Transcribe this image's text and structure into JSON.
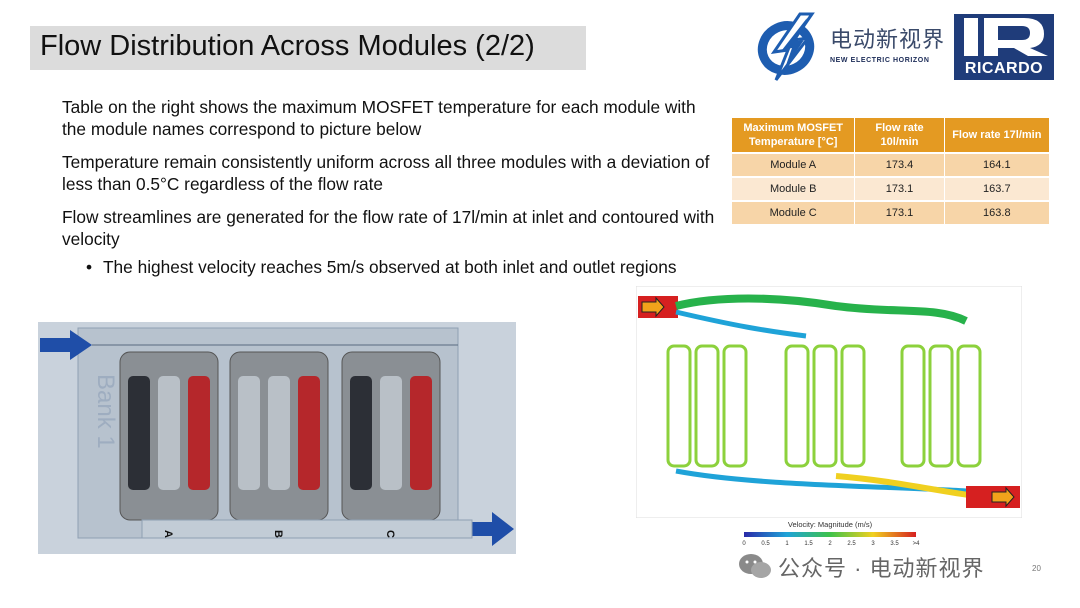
{
  "title": "Flow Distribution Across Modules (2/2)",
  "logos": {
    "nev_cn": "电动新视界",
    "nev_en": "NEW ELECTRIC HORIZON",
    "ricardo": "RICARDO"
  },
  "bullets": [
    "Table on the right shows the maximum MOSFET temperature for each module with the module names correspond to picture below",
    "Temperature remain consistently uniform across all three modules with a deviation of less than 0.5°C regardless of the flow rate",
    "Flow streamlines are generated for the flow rate of 17l/min at inlet and contoured with velocity"
  ],
  "sub_bullet": "The highest velocity reaches 5m/s observed at both inlet and outlet regions",
  "table": {
    "headers": [
      "Maximum MOSFET Temperature [°C]",
      "Flow rate 10l/min",
      "Flow rate 17l/min"
    ],
    "rows": [
      [
        "Module A",
        "173.4",
        "164.1"
      ],
      [
        "Module B",
        "173.1",
        "163.7"
      ],
      [
        "Module C",
        "173.1",
        "163.8"
      ]
    ]
  },
  "left_figure": {
    "bank_label": "Bank 1",
    "module_labels": [
      "A",
      "B",
      "C"
    ]
  },
  "right_figure": {
    "colorbar_title": "Velocity: Magnitude (m/s)",
    "colorbar_ticks": [
      "0",
      "0.5",
      "1",
      "1.5",
      "2",
      "2.5",
      "3",
      "3.5",
      ">4"
    ]
  },
  "footer": {
    "text": "公众号 · 电动新视界"
  },
  "page_number": "20",
  "colors": {
    "table_header": "#e49a22",
    "table_row_dark": "#f7d5a8",
    "table_row_light": "#fbe8d2",
    "ricardo_blue": "#1f3c7a",
    "arrow_blue": "#1f4ea8"
  }
}
